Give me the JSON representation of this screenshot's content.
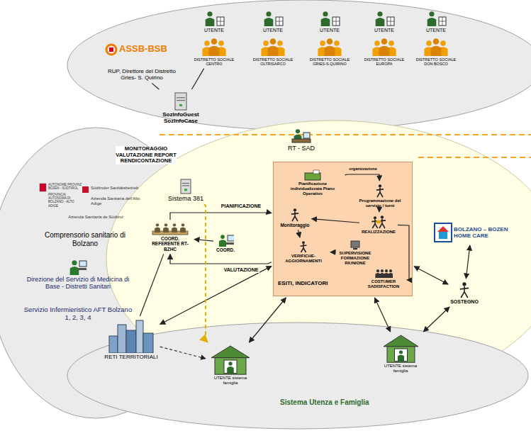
{
  "diagram": {
    "nodes": [
      {
        "text": [
          "UTENTE"
        ]
      },
      {
        "text": [
          "UTENTE"
        ]
      },
      {
        "text": [
          "UTENTE"
        ]
      },
      {
        "text": [
          "UTENTE"
        ]
      },
      {
        "text": [
          "UTENTE"
        ]
      },
      {
        "text": [
          "DISTRETTO SOCIALE CENTRO"
        ]
      },
      {
        "text": [
          "DISTRETTO SOCIALE OLTRISARCO"
        ]
      },
      {
        "text": [
          "DISTRETTO SOCIALE GRIES-S.QUIRINO"
        ]
      },
      {
        "text": [
          "DISTRETTO SOCIALE EUROPA"
        ]
      },
      {
        "text": [
          "DISTRETTO SOCIALE DON BOSCO"
        ]
      },
      {
        "text": [
          "SozInfoGuest SozInfoCase"
        ]
      },
      {
        "text": [
          "RUP, Direttore del Distretto Gries- S. Quirino"
        ]
      },
      {
        "text": [
          "Sistema 381"
        ]
      },
      {
        "text": [
          "COORD. REFERENTE RT-BZHC"
        ]
      },
      {
        "text": [
          "COORD."
        ]
      },
      {
        "text": [
          "ESITI, INDICATORI"
        ]
      },
      {
        "text": [
          "Pianificazione individualizzata Piano Operativo"
        ],
        "in": 15
      },
      {
        "text": [
          "Programmazione del servizio / turni"
        ],
        "in": 15
      },
      {
        "text": [
          "REALIZZAZIONE"
        ],
        "in": 15
      },
      {
        "text": [
          "Monitoraggio"
        ],
        "in": 15
      },
      {
        "text": [
          "VERIFICHE-AGGIORNAMENTI"
        ],
        "in": 15
      },
      {
        "text": [
          "SUPERVISIONE FORMAZIONE RIUNIONE"
        ],
        "in": 15
      },
      {
        "text": [
          "COSTUMER SADISFACTION"
        ],
        "in": 15
      },
      {
        "text": [
          "BOLZANO – BOZEN HOME CARE"
        ]
      },
      {
        "text": [
          "SOSTEGNO"
        ]
      },
      {
        "text": [
          "RETI TERRITORIALI"
        ]
      },
      {
        "text": [
          "UTENTE sistema famiglia"
        ]
      },
      {
        "text": [
          "UTENTE sistema famiglia"
        ]
      },
      {
        "text": [
          "RT - SAD"
        ]
      },
      {
        "text": [
          "Direzione del Servizio di Medicina di Base - Distretti Sanitari"
        ]
      }
    ],
    "edges": [
      {
        "from": 11,
        "to": 10,
        "arrow": "none"
      },
      {
        "from": 5,
        "to": 10,
        "arrow": "none"
      },
      {
        "from": 13,
        "to": 15,
        "label": "PIANIFICAZIONE",
        "arrow": "to"
      },
      {
        "from": 15,
        "to": 13,
        "label": "VALUTAZIONE",
        "arrow": "to"
      },
      {
        "from": 14,
        "to": 13,
        "arrow": "to"
      },
      {
        "from": 16,
        "to": 17,
        "label": "organizzazione",
        "arrow": "to"
      },
      {
        "from": 17,
        "to": 18,
        "arrow": "to"
      },
      {
        "from": 18,
        "to": 19,
        "arrow": "to"
      },
      {
        "from": 19,
        "to": 20,
        "arrow": "to"
      },
      {
        "from": 21,
        "to": 20,
        "arrow": "to"
      },
      {
        "from": 18,
        "to": 22,
        "arrow": "to"
      },
      {
        "from": 15,
        "to": 26,
        "arrow": "both"
      },
      {
        "from": 15,
        "to": 27,
        "arrow": "both"
      },
      {
        "from": 15,
        "to": 24,
        "arrow": "both"
      },
      {
        "from": 23,
        "to": 24,
        "arrow": "both"
      },
      {
        "from": 24,
        "to": 27,
        "arrow": "both"
      },
      {
        "from": 25,
        "to": 15,
        "arrow": "both"
      },
      {
        "from": 13,
        "to": 25,
        "arrow": "none"
      },
      {
        "from": 12,
        "to": 26,
        "arrow": "to"
      },
      {
        "from": 25,
        "to": 26,
        "arrow": "to"
      }
    ],
    "labels": [
      "ASSB-BSB",
      "AUTONOME PROVINZ BOZEN - SÜDTIROL",
      "PROVINCIA AUTONOMA DI BOLZANO - ALTO ADIGE",
      "Südtiroler Sanitätsbetrieb",
      "Azienda Sanitaria dell'Alto Adige",
      "Azienda Sanitaria de Südtirol",
      "Comprensorio sanitario di Bolzano",
      "Servizio Infermieristico AFT Bolzano 1, 2, 3, 4",
      "MONITORAGGIO VALUTAZIONE REPORT RENDICONTAZIONE",
      "Sistema Utenza e Famiglia"
    ]
  }
}
